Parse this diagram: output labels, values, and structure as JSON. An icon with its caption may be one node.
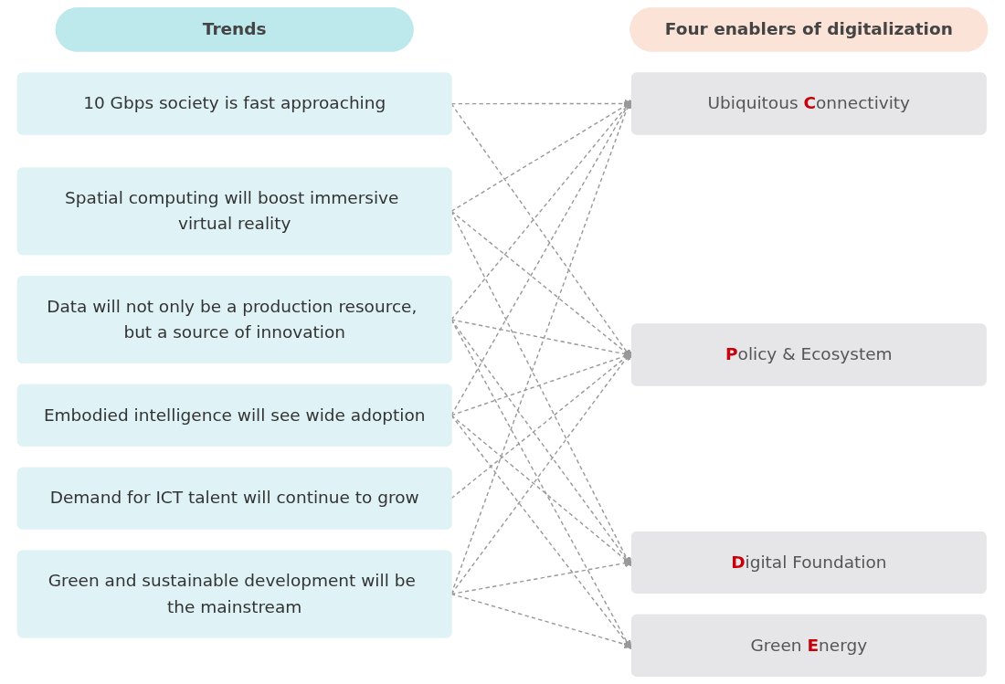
{
  "diagram": {
    "nodes": [
      {
        "text": [
          "Trends"
        ]
      },
      {
        "text": [
          "Four enablers of digitalization"
        ]
      },
      {
        "text": [
          "10 Gbps society is fast approaching"
        ]
      },
      {
        "text": [
          "Spatial computing will boost immersive virtual reality"
        ]
      },
      {
        "text": [
          "Data will not only be a production resource, but a source of innovation"
        ]
      },
      {
        "text": [
          "Embodied intelligence will see wide adoption"
        ]
      },
      {
        "text": [
          "Green and sustainable development will be the mainstream"
        ]
      },
      {
        "text": [
          "Demand for ICT talent will continue to grow"
        ]
      },
      {
        "text": [
          "Ubiquitous **C**onnectivity"
        ]
      },
      {
        "text": [
          "**D**igital Foundation"
        ]
      },
      {
        "text": [
          "Green **E**nergy"
        ]
      },
      {
        "text": [
          "**P**olicy & Ecosystem"
        ]
      }
    ],
    "edges": [
      {
        "from": 2,
        "to": 8,
        "arrow": "to",
        "style": "dashed"
      },
      {
        "from": 2,
        "to": 11,
        "arrow": "to",
        "style": "dashed"
      },
      {
        "from": 3,
        "to": 8,
        "arrow": "to",
        "style": "dashed"
      },
      {
        "from": 3,
        "to": 9,
        "arrow": "to",
        "style": "dashed"
      },
      {
        "from": 3,
        "to": 11,
        "arrow": "to",
        "style": "dashed"
      },
      {
        "from": 4,
        "to": 8,
        "arrow": "to",
        "style": "dashed"
      },
      {
        "from": 4,
        "to": 9,
        "arrow": "to",
        "style": "dashed"
      },
      {
        "from": 4,
        "to": 10,
        "arrow": "to",
        "style": "dashed"
      },
      {
        "from": 4,
        "to": 11,
        "arrow": "to",
        "style": "dashed"
      },
      {
        "from": 5,
        "to": 8,
        "arrow": "to",
        "style": "dashed"
      },
      {
        "from": 5,
        "to": 9,
        "arrow": "to",
        "style": "dashed"
      },
      {
        "from": 5,
        "to": 10,
        "arrow": "to",
        "style": "dashed"
      },
      {
        "from": 5,
        "to": 11,
        "arrow": "to",
        "style": "dashed"
      },
      {
        "from": 6,
        "to": 8,
        "arrow": "to",
        "style": "dashed"
      },
      {
        "from": 6,
        "to": 9,
        "arrow": "to",
        "style": "dashed"
      },
      {
        "from": 6,
        "to": 10,
        "arrow": "to",
        "style": "dashed"
      },
      {
        "from": 6,
        "to": 11,
        "arrow": "to",
        "style": "dashed"
      },
      {
        "from": 7,
        "to": 11,
        "arrow": "to",
        "style": "dashed"
      }
    ]
  }
}
